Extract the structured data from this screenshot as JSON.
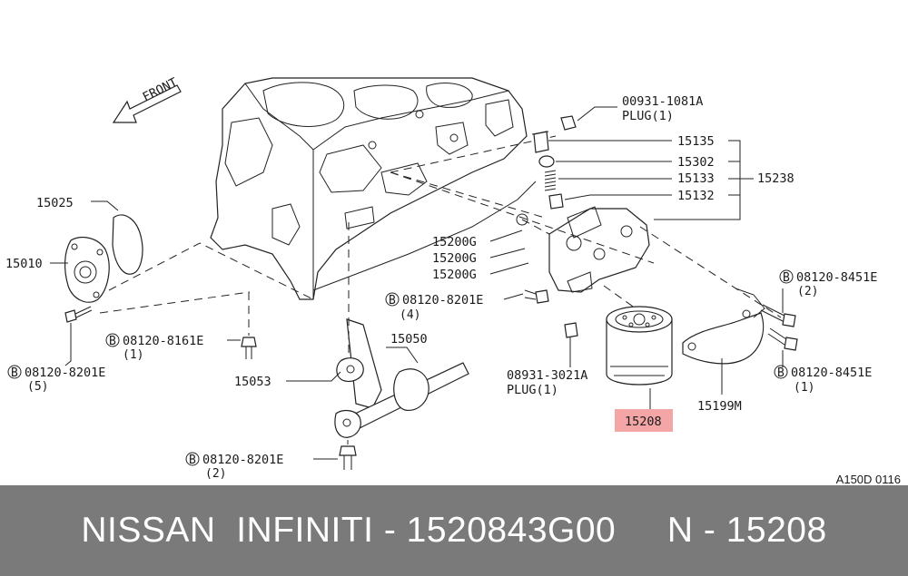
{
  "diagram": {
    "front_label": "FRONT",
    "labels": {
      "p15025": "15025",
      "p15010": "15010",
      "b08120_8201E_5": "08120-8201E",
      "b08120_8201E_5_qty": "(5)",
      "b08120_8161E": "08120-8161E",
      "b08120_8161E_qty": "(1)",
      "p15053": "15053",
      "p15050": "15050",
      "b08120_8201E_2": "08120-8201E",
      "b08120_8201E_2_qty": "(2)",
      "b08120_8201E_4": "08120-8201E",
      "b08120_8201E_4_qty": "(4)",
      "p15200G_1": "15200G",
      "p15200G_2": "15200G",
      "p15200G_3": "15200G",
      "plug_00931": "00931-1081A",
      "plug_00931_name": "PLUG(1)",
      "p15135": "15135",
      "p15302": "15302",
      "p15133": "15133",
      "p15238": "15238",
      "p15132": "15132",
      "plug_08931": "08931-3021A",
      "plug_08931_name": "PLUG(1)",
      "p15208": "15208",
      "p15199M": "15199M",
      "b08120_8451E_a": "08120-8451E",
      "b08120_8451E_a_qty": "(2)",
      "b08120_8451E_b": "08120-8451E",
      "b08120_8451E_b_qty": "(1)",
      "bolt_mark": "B"
    },
    "highlight_color": "#f4a6a6",
    "diagram_code": "A150D 0116"
  },
  "footer": {
    "title": "NISSAN  INFINITI - 1520843G00     N - 15208",
    "background": "#7a7a7a"
  }
}
